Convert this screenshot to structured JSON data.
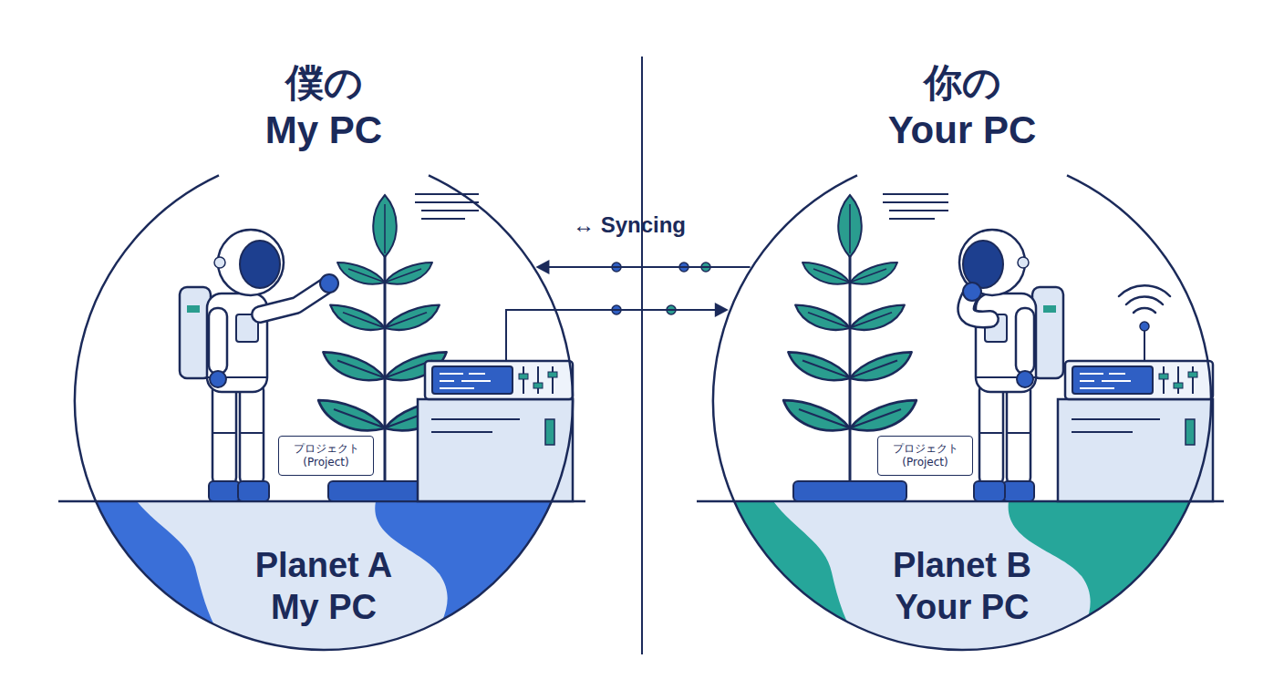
{
  "diagram": {
    "nodes": [
      {
        "text": [
          "僕の My PC",
          "Planet A My PC"
        ]
      },
      {
        "text": [
          "プロジェクト (Project)"
        ],
        "in": 0
      },
      {
        "text": [
          "你の Your PC",
          "Planet B Your PC"
        ]
      },
      {
        "text": [
          "プロジェクト (Project)"
        ],
        "in": 2
      }
    ],
    "edges": [
      {
        "from": 2,
        "to": 0,
        "arrow": "to"
      },
      {
        "from": 0,
        "to": 2,
        "arrow": "to"
      }
    ],
    "labels": [
      "↔ Syncing"
    ]
  }
}
